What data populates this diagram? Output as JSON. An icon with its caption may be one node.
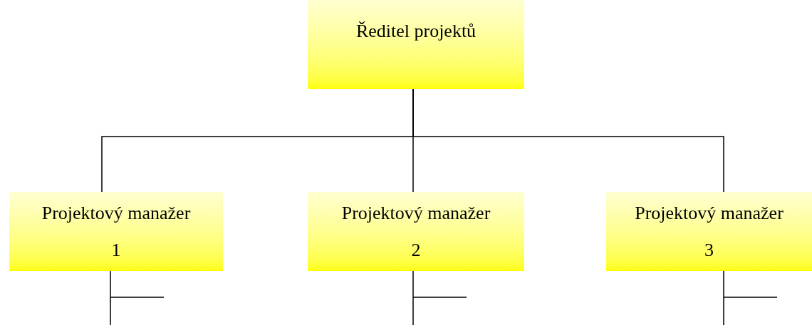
{
  "diagram": {
    "nodes": [
      {
        "text": [
          "Ředitel projektů"
        ]
      },
      {
        "text": [
          "Projektový manažer",
          "1"
        ]
      },
      {
        "text": [
          "Projektový manažer",
          "2"
        ]
      },
      {
        "text": [
          "Projektový manažer",
          "3"
        ]
      }
    ],
    "edges": [
      {
        "from": 0,
        "to": 1,
        "arrow": "none"
      },
      {
        "from": 0,
        "to": 2,
        "arrow": "none"
      },
      {
        "from": 0,
        "to": 3,
        "arrow": "none"
      },
      {
        "from": 1,
        "to": null,
        "arrow": "none"
      },
      {
        "from": 2,
        "to": null,
        "arrow": "none"
      },
      {
        "from": 3,
        "to": null,
        "arrow": "none"
      }
    ]
  }
}
